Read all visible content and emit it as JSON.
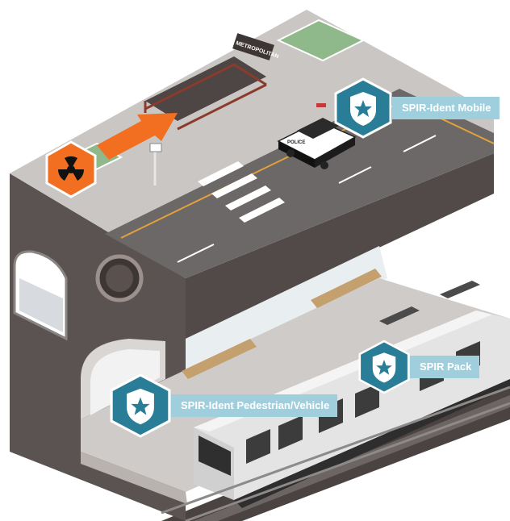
{
  "signage": {
    "station_sign": "METROPOLITAN",
    "police_label": "POLICE"
  },
  "callouts": {
    "mobile": {
      "label": "SPIR-Ident Mobile",
      "icon": "shield-star-icon"
    },
    "pack": {
      "label": "SPIR Pack",
      "icon": "shield-star-icon"
    },
    "pedestrian": {
      "label": "SPIR-Ident Pedestrian/Vehicle",
      "icon": "shield-star-icon"
    }
  },
  "hazard": {
    "icon": "radiation-icon"
  },
  "colors": {
    "accent_blue": "#2a7d96",
    "callout_label_bg": "#9fcfdc",
    "hazard_orange": "#f26f21",
    "building_dark": "#5b5352",
    "road": "#6c6868"
  }
}
